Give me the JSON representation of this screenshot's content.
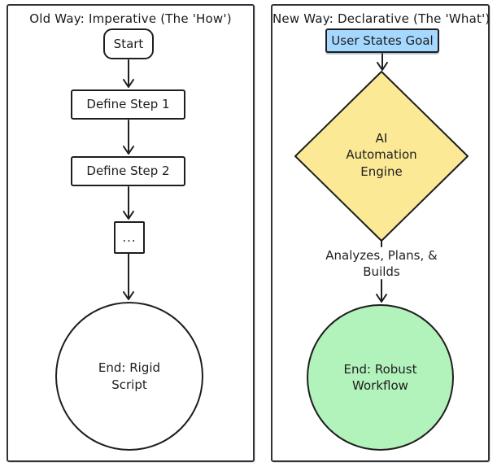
{
  "colors": {
    "stroke": "#1e1e1e",
    "panel_border": "#30343a",
    "node_fill": "#ffffff",
    "goal_fill": "#a5d8ff",
    "engine_fill": "#fbe996",
    "end_robust_fill": "#b2f2bb"
  },
  "left_panel": {
    "title": "Old Way: Imperative (The 'How')",
    "start_label": "Start",
    "step1_label": "Define Step 1",
    "step2_label": "Define Step 2",
    "dots_label": "...",
    "end_label": "End: Rigid\nScript"
  },
  "right_panel": {
    "title": "New Way: Declarative (The 'What')",
    "goal_label": "User States Goal",
    "engine_label": "AI\nAutomation\nEngine",
    "edge_label": "Analyzes, Plans, &\nBuilds",
    "end_label": "End: Robust\nWorkflow"
  }
}
